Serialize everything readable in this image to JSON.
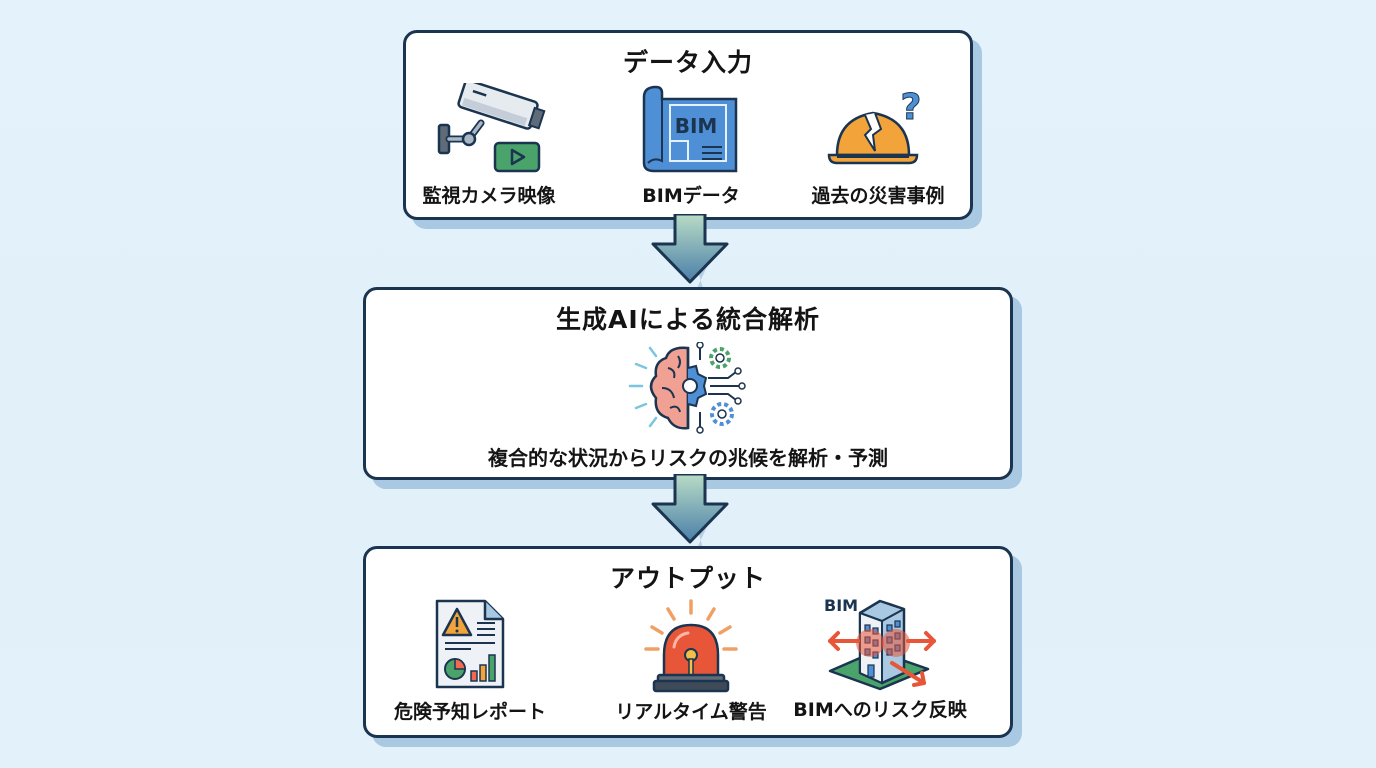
{
  "diagram": {
    "input_box": {
      "title": "データ入力",
      "items": [
        {
          "label": "監視カメラ映像",
          "icon": "security-camera-icon"
        },
        {
          "label": "BIMデータ",
          "icon": "bim-blueprint-icon",
          "icon_text": "BIM"
        },
        {
          "label": "過去の災害事例",
          "icon": "broken-helmet-question-icon",
          "icon_text": "?"
        }
      ]
    },
    "analysis_box": {
      "title": "生成AIによる統合解析",
      "icon": "ai-brain-gear-icon",
      "description": "複合的な状況からリスクの兆候を解析・予測"
    },
    "output_box": {
      "title": "アウトプット",
      "items": [
        {
          "label": "危険予知レポート",
          "icon": "warning-report-icon"
        },
        {
          "label": "リアルタイム警告",
          "icon": "alarm-siren-icon"
        },
        {
          "label": "BIMへのリスク反映",
          "icon": "bim-building-risk-icon",
          "icon_text": "BIM"
        }
      ]
    },
    "colors": {
      "background": "#e3f1fa",
      "box_border": "#1b3450",
      "box_shadow": "#a9c9e2",
      "arrow_top": "#b9dcc6",
      "arrow_bottom": "#4a7fa8"
    }
  }
}
